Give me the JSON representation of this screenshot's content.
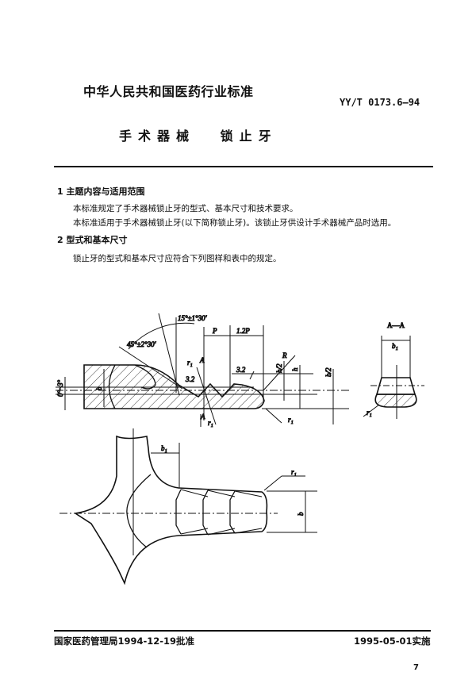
{
  "header": {
    "issuer": "中华人民共和国医药行业标准",
    "standard_code": "YY/T 0173.6—94",
    "title": "手术器械  锁止牙"
  },
  "sections": [
    {
      "heading": "1  主题内容与适用范围",
      "paragraphs": [
        "本标准规定了手术器械锁止牙的型式、基本尺寸和技术要求。",
        "本标准适用于手术器械锁止牙(以下简称锁止牙)。该锁止牙供设计手术器械产品时选用。"
      ]
    },
    {
      "heading": "2  型式和基本尺寸",
      "paragraphs": [
        "锁止牙的型式和基本尺寸应符合下列图样和表中的规定。"
      ]
    }
  ],
  "figure": {
    "labels": {
      "angle_45": "45°±2°30'",
      "angle_15": "15°±1°30'",
      "pitch": "P",
      "pitch_12": "1.2P",
      "radius_R": "R",
      "r1": "r₁",
      "r2": "r₁",
      "r3": "r₁",
      "section_A_top": "A",
      "section_A_bottom": "A",
      "roughness_1": "3.2",
      "roughness_2": "3.2",
      "h_half": "h/2",
      "h": "h",
      "b_half": "b/2",
      "b": "b",
      "tilt": "0°~3°",
      "section_title": "A—A",
      "b1_section": "b₁",
      "r1_section": "r₁",
      "b1_plan": "b₁",
      "r1_plan": "r₁",
      "b_plan": "b"
    }
  },
  "footer": {
    "approval": "国家医药管理局1994-12-19批准",
    "effective": "1995-05-01实施",
    "page_number": "7"
  }
}
